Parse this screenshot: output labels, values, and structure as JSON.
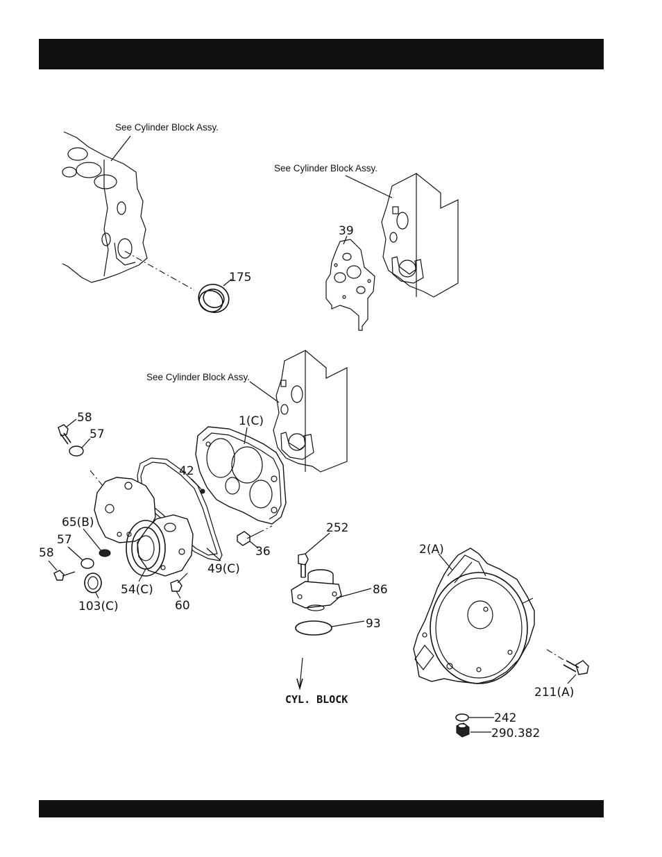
{
  "header": {
    "title": ""
  },
  "footer": {
    "text": ""
  },
  "references": [
    "See Cylinder Block Assy.",
    "See Cylinder Block Assy.",
    "See Cylinder Block Assy."
  ],
  "callouts": {
    "c175": "175",
    "c39": "39",
    "c58a": "58",
    "c57a": "57",
    "c1c": "1(C)",
    "c42": "42",
    "c65b": "65(B)",
    "c57b": "57",
    "c58b": "58",
    "c36": "36",
    "c49c": "49(C)",
    "c54c": "54(C)",
    "c103c": "103(C)",
    "c60": "60",
    "c252": "252",
    "c86": "86",
    "c93": "93",
    "c2a": "2(A)",
    "c211a": "211(A)",
    "c242": "242",
    "c290": "290.382"
  },
  "cyl_block_label": "CYL. BLOCK"
}
